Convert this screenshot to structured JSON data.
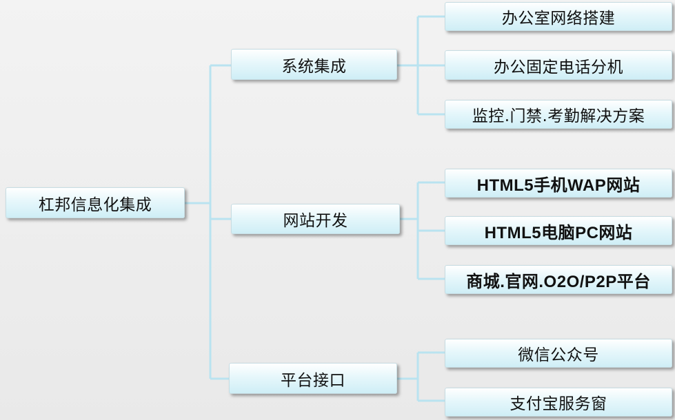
{
  "root": {
    "label": "杠邦信息化集成"
  },
  "branches": [
    {
      "label": "系统集成",
      "children": [
        "办公室网络搭建",
        "办公固定电话分机",
        "监控.门禁.考勤解决方案"
      ]
    },
    {
      "label": "网站开发",
      "children": [
        "HTML5手机WAP网站",
        "HTML5电脑PC网站",
        "商城.官网.O2O/P2P平台"
      ]
    },
    {
      "label": "平台接口",
      "children": [
        "微信公众号",
        "支付宝服务窗"
      ]
    }
  ],
  "colors": {
    "connector": "#b9e3f0",
    "node_gradient_bottom": "#cfeef6"
  }
}
